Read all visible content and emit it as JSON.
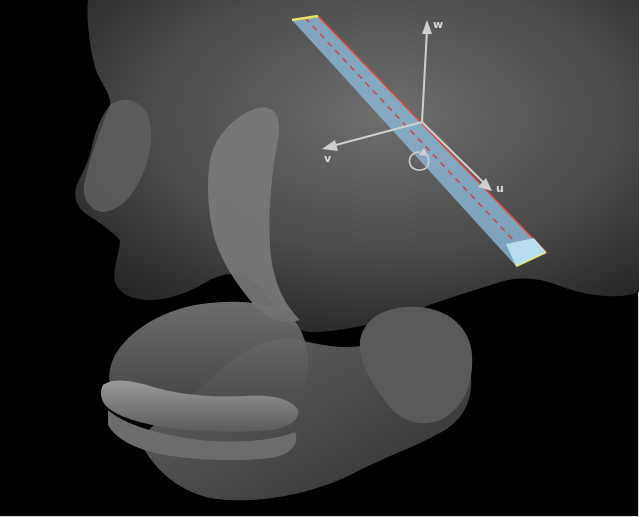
{
  "viewport": {
    "background": "#000000",
    "scene": "3d-skull-with-cutting-plane"
  },
  "gizmo": {
    "axes": [
      {
        "label": "w",
        "icon": "axis-arrow-w-icon"
      },
      {
        "label": "v",
        "icon": "axis-arrow-v-icon"
      },
      {
        "label": "u",
        "icon": "axis-arrow-u-icon"
      }
    ],
    "rotate_icon": "rotate-handle-icon",
    "color": "#cfcfcf"
  },
  "plane": {
    "fill": "#8ab7d4",
    "edge_color": "#e04a3a",
    "handle_color": "#e9e35b",
    "centerline_color": "#d93c3c"
  }
}
